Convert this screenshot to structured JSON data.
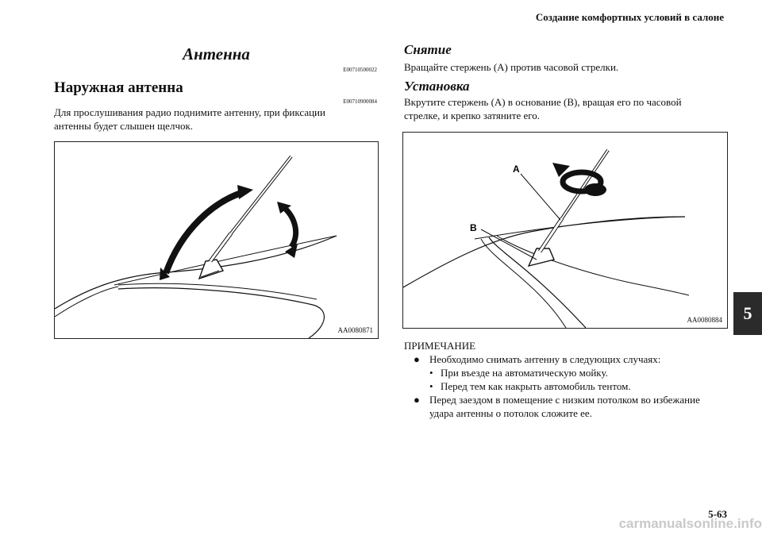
{
  "header": {
    "running_title": "Создание комфортных условий в салоне"
  },
  "left": {
    "section_title": "Антенна",
    "section_code": "E00710500022",
    "subsection_title": "Наружная антенна",
    "subsection_code": "E00710900084",
    "paragraph_line1": "Для прослушивания радио поднимите антенну, при фиксации",
    "paragraph_line2": "антенны будет слышен щелчок.",
    "figure_code": "AA0080871"
  },
  "right": {
    "removal_title": "Снятие",
    "removal_text": "Вращайте стержень (A) против часовой стрелки.",
    "install_title": "Установка",
    "install_line1": "Вкрутите стержень (A) в основание (B), вращая его по часовой",
    "install_line2": "стрелке, и крепко затяните его.",
    "figure_label_a": "A",
    "figure_label_b": "B",
    "figure_code": "AA0080884",
    "note": {
      "title": "ПРИМЕЧАНИЕ",
      "item1": "Необходимо снимать антенну в следующих случаях:",
      "sub1": "При въезде на автоматическую мойку.",
      "sub2": "Перед тем как накрыть автомобиль тентом.",
      "item2_line1": "Перед заездом в помещение с низким потолком во избежание",
      "item2_line2": "удара антенны о потолок сложите ее.",
      "bullet_glyph": "●",
      "sub_bullet_glyph": "•"
    }
  },
  "chapter_tab": "5",
  "page_number": "5-63",
  "watermark": "carmanualsonline.info"
}
